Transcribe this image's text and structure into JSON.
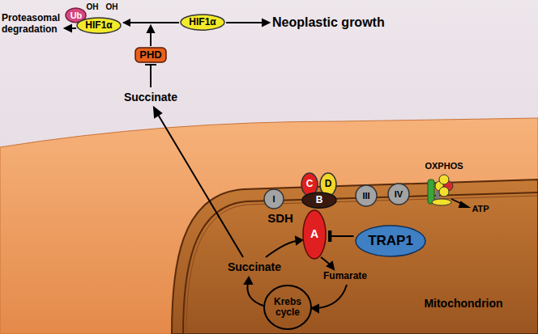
{
  "diagram": {
    "nodes": [
      {
        "text": [
          "Ub"
        ]
      },
      {
        "text": [
          "HIF1α"
        ]
      },
      {
        "text": [
          "HIF1α"
        ]
      },
      {
        "text": [
          "PHD"
        ]
      },
      {
        "text": [
          "I"
        ]
      },
      {
        "text": [
          "C"
        ]
      },
      {
        "text": [
          "D"
        ]
      },
      {
        "text": [
          "B"
        ]
      },
      {
        "text": [
          "III"
        ]
      },
      {
        "text": [
          "IV"
        ]
      },
      {
        "text": [
          "A"
        ]
      },
      {
        "text": [
          "TRAP1"
        ]
      },
      {
        "text": [
          "Krebs cycle"
        ]
      }
    ],
    "edges": [
      {
        "from": 2,
        "to": 1,
        "arrow": "to"
      },
      {
        "from": 11,
        "to": 10,
        "arrow": "to"
      }
    ],
    "labels": [
      "Proteasomal degradation",
      "OH",
      "OH",
      "Neoplastic growth",
      "Succinate",
      "SDH",
      "OXPHOS",
      "ATP",
      "Succinate",
      "Fumarate",
      "Mitochondrion"
    ]
  }
}
